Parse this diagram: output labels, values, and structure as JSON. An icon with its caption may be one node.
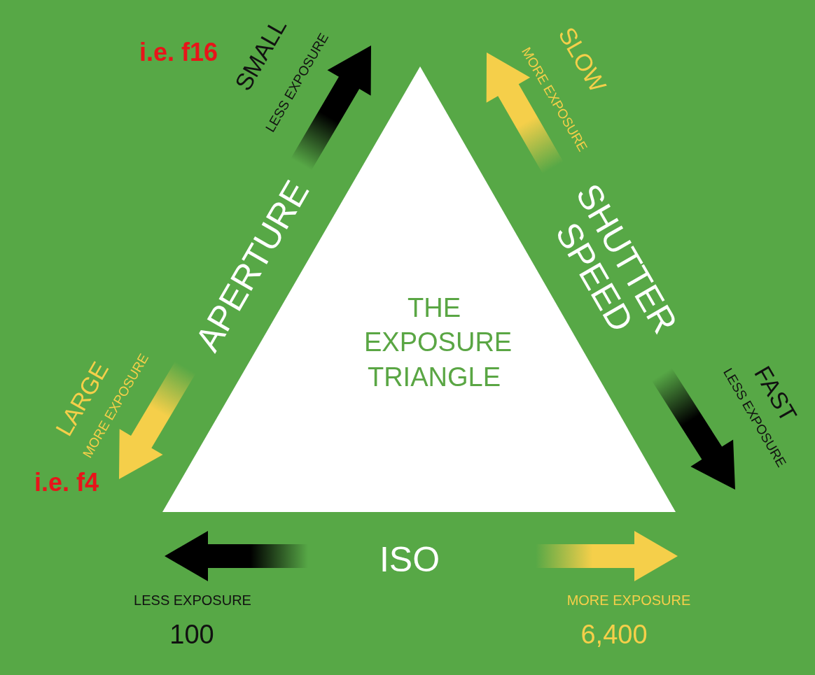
{
  "diagram": {
    "nodes": [
      {
        "text": [
          "THE EXPOSURE TRIANGLE"
        ]
      }
    ],
    "edges": [],
    "labels": [
      "i.e. f16",
      "SMALL",
      "LESS EXPOSURE",
      "SLOW",
      "MORE EXPOSURE",
      "APERTURE",
      "SHUTTER SPEED",
      "LARGE",
      "MORE EXPOSURE",
      "FAST",
      "LESS EXPOSURE",
      "i.e. f4",
      "ISO",
      "LESS EXPOSURE",
      "MORE EXPOSURE",
      "100",
      "6,400"
    ]
  }
}
